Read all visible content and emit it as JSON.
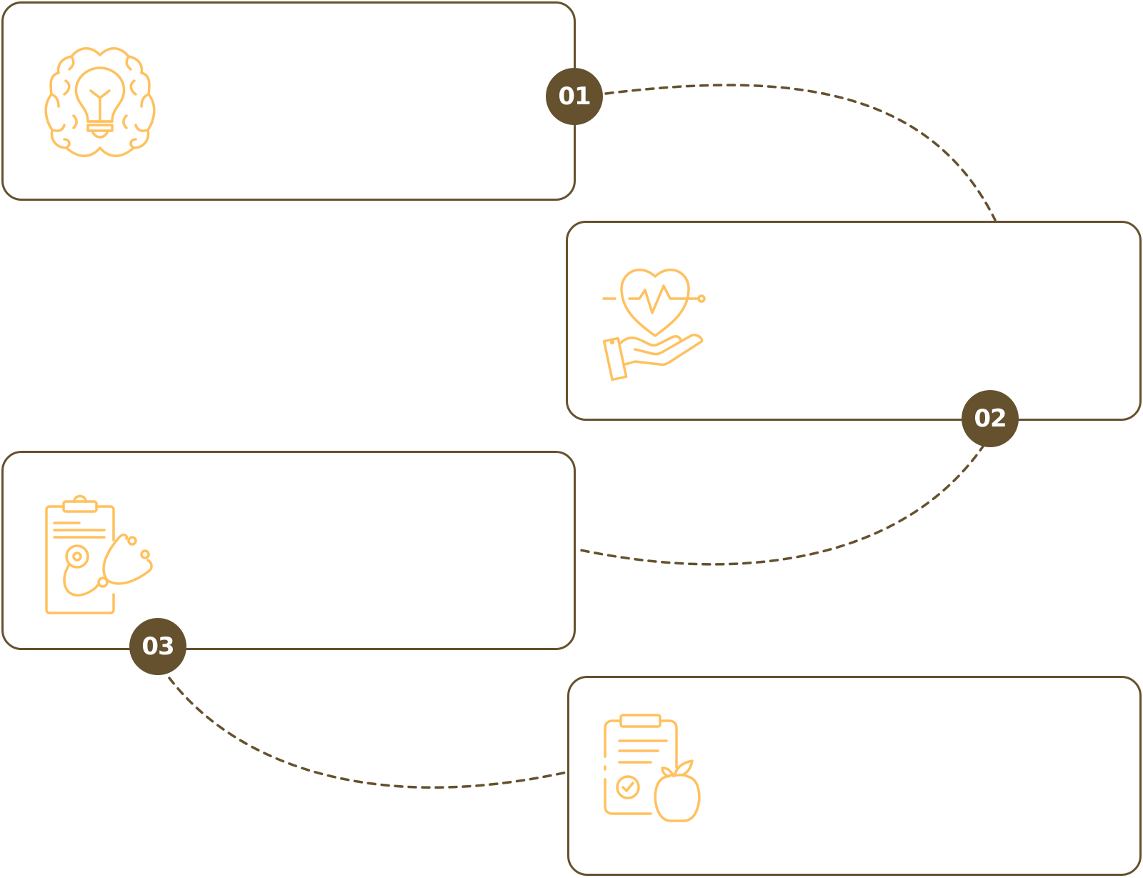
{
  "colors": {
    "outline": "#65512e",
    "icon_stroke": "#ffc15e",
    "badge_fill": "#65512e",
    "badge_text": "#ffffff",
    "background": "#ffffff"
  },
  "steps": [
    {
      "number": "01",
      "icon": "brain-lightbulb-icon",
      "text": ""
    },
    {
      "number": "02",
      "icon": "heart-pulse-hand-icon",
      "text": ""
    },
    {
      "number": "03",
      "icon": "clipboard-stethoscope-icon",
      "text": ""
    },
    {
      "icon": "clipboard-apple-icon",
      "text": ""
    }
  ]
}
